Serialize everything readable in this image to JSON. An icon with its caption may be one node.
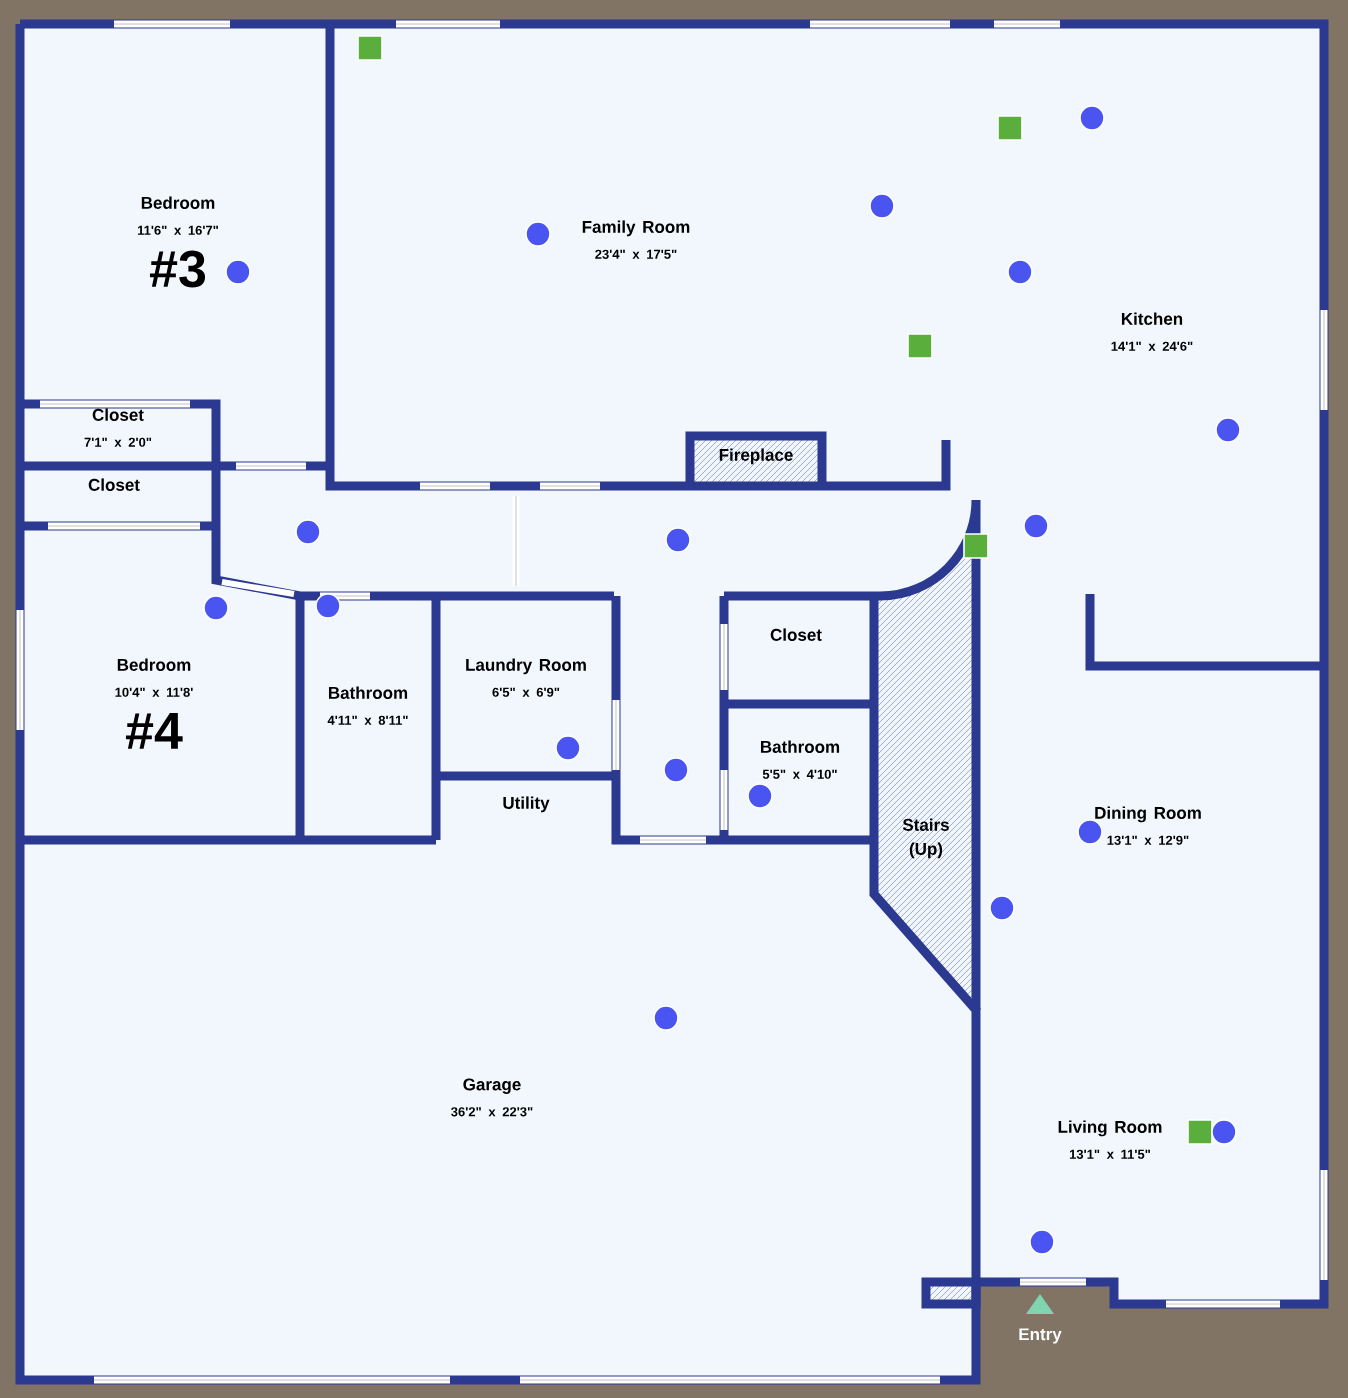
{
  "diagram": {
    "nodes": [
      {
        "text": [
          "Bedroom",
          "11'6\" x 16'7\"",
          "#3"
        ]
      },
      {
        "text": [
          "Family Room",
          "23'4\" x 17'5\""
        ]
      },
      {
        "text": [
          "Kitchen",
          "14'1\" x 24'6\""
        ]
      },
      {
        "text": [
          "Fireplace"
        ]
      },
      {
        "text": [
          "Closet",
          "7'1\" x 2'0\""
        ]
      },
      {
        "text": [
          "Closet"
        ]
      },
      {
        "text": [
          "Bedroom",
          "10'4\" x 11'8'",
          "#4"
        ]
      },
      {
        "text": [
          "Bathroom",
          "4'11\" x 8'11\""
        ]
      },
      {
        "text": [
          "Laundry Room",
          "6'5\" x 6'9\""
        ]
      },
      {
        "text": [
          "Closet"
        ]
      },
      {
        "text": [
          "Bathroom",
          "5'5\" x 4'10\""
        ]
      },
      {
        "text": [
          "Utility"
        ]
      },
      {
        "text": [
          "Stairs (Up)"
        ]
      },
      {
        "text": [
          "Dining Room",
          "13'1\" x 12'9\""
        ]
      },
      {
        "text": [
          "Garage",
          "36'2\" x 22'3\""
        ]
      },
      {
        "text": [
          "Living Room",
          "13'1\" x 11'5\""
        ]
      }
    ],
    "labels": [
      "Entry"
    ]
  }
}
